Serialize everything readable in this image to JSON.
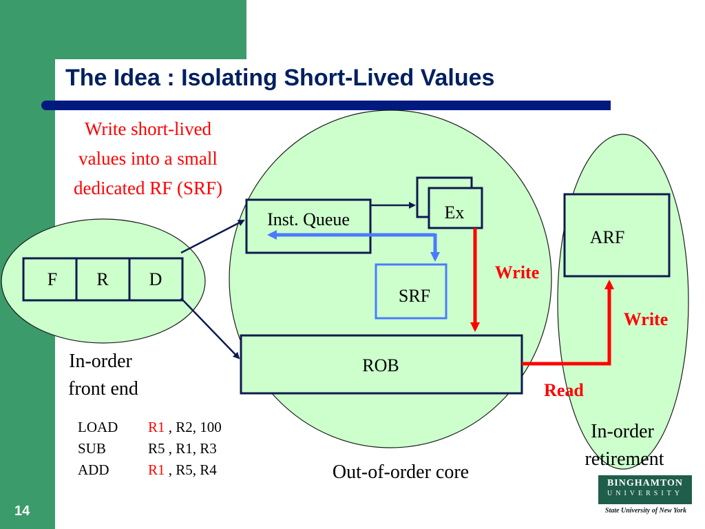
{
  "slide_number": "14",
  "title": "The Idea : Isolating Short-Lived Values",
  "note_lines": [
    "Write short-lived",
    "values into a small",
    "dedicated RF (SRF)"
  ],
  "front_end": {
    "stages": [
      "F",
      "R",
      "D"
    ],
    "label_lines": [
      "In-order",
      "front end"
    ]
  },
  "instructions": [
    {
      "opcode": "LOAD",
      "dest": "R1",
      "dest_color": "#ff0000",
      "rest": ", R2, 100"
    },
    {
      "opcode": "SUB",
      "dest": "R5",
      "dest_color": "#000000",
      "rest": ", R1, R3"
    },
    {
      "opcode": "ADD",
      "dest": "R1",
      "dest_color": "#ff0000",
      "rest": ", R5, R4"
    }
  ],
  "core": {
    "label": "Out-of-order core",
    "inst_queue": "Inst. Queue",
    "ex": "Ex",
    "srf": "SRF",
    "rob": "ROB",
    "write_label": "Write"
  },
  "retirement": {
    "label_lines": [
      "In-order",
      "retirement"
    ],
    "arf": "ARF",
    "write_label": "Write"
  },
  "read_label": "Read",
  "logo": {
    "name": "BINGHAMTON",
    "subname": "UNIVERSITY",
    "tagline": "State University of New York"
  },
  "colors": {
    "panel": "#3b9b6b",
    "title": "#002060",
    "underline": "#001a80",
    "accent": "#ff0000",
    "text": "#000000",
    "shape_fill": "#ccffcc",
    "box_border": "#0d1a4e",
    "srf_border": "#4a7bff",
    "logo_bg": "#1e5e4a"
  }
}
